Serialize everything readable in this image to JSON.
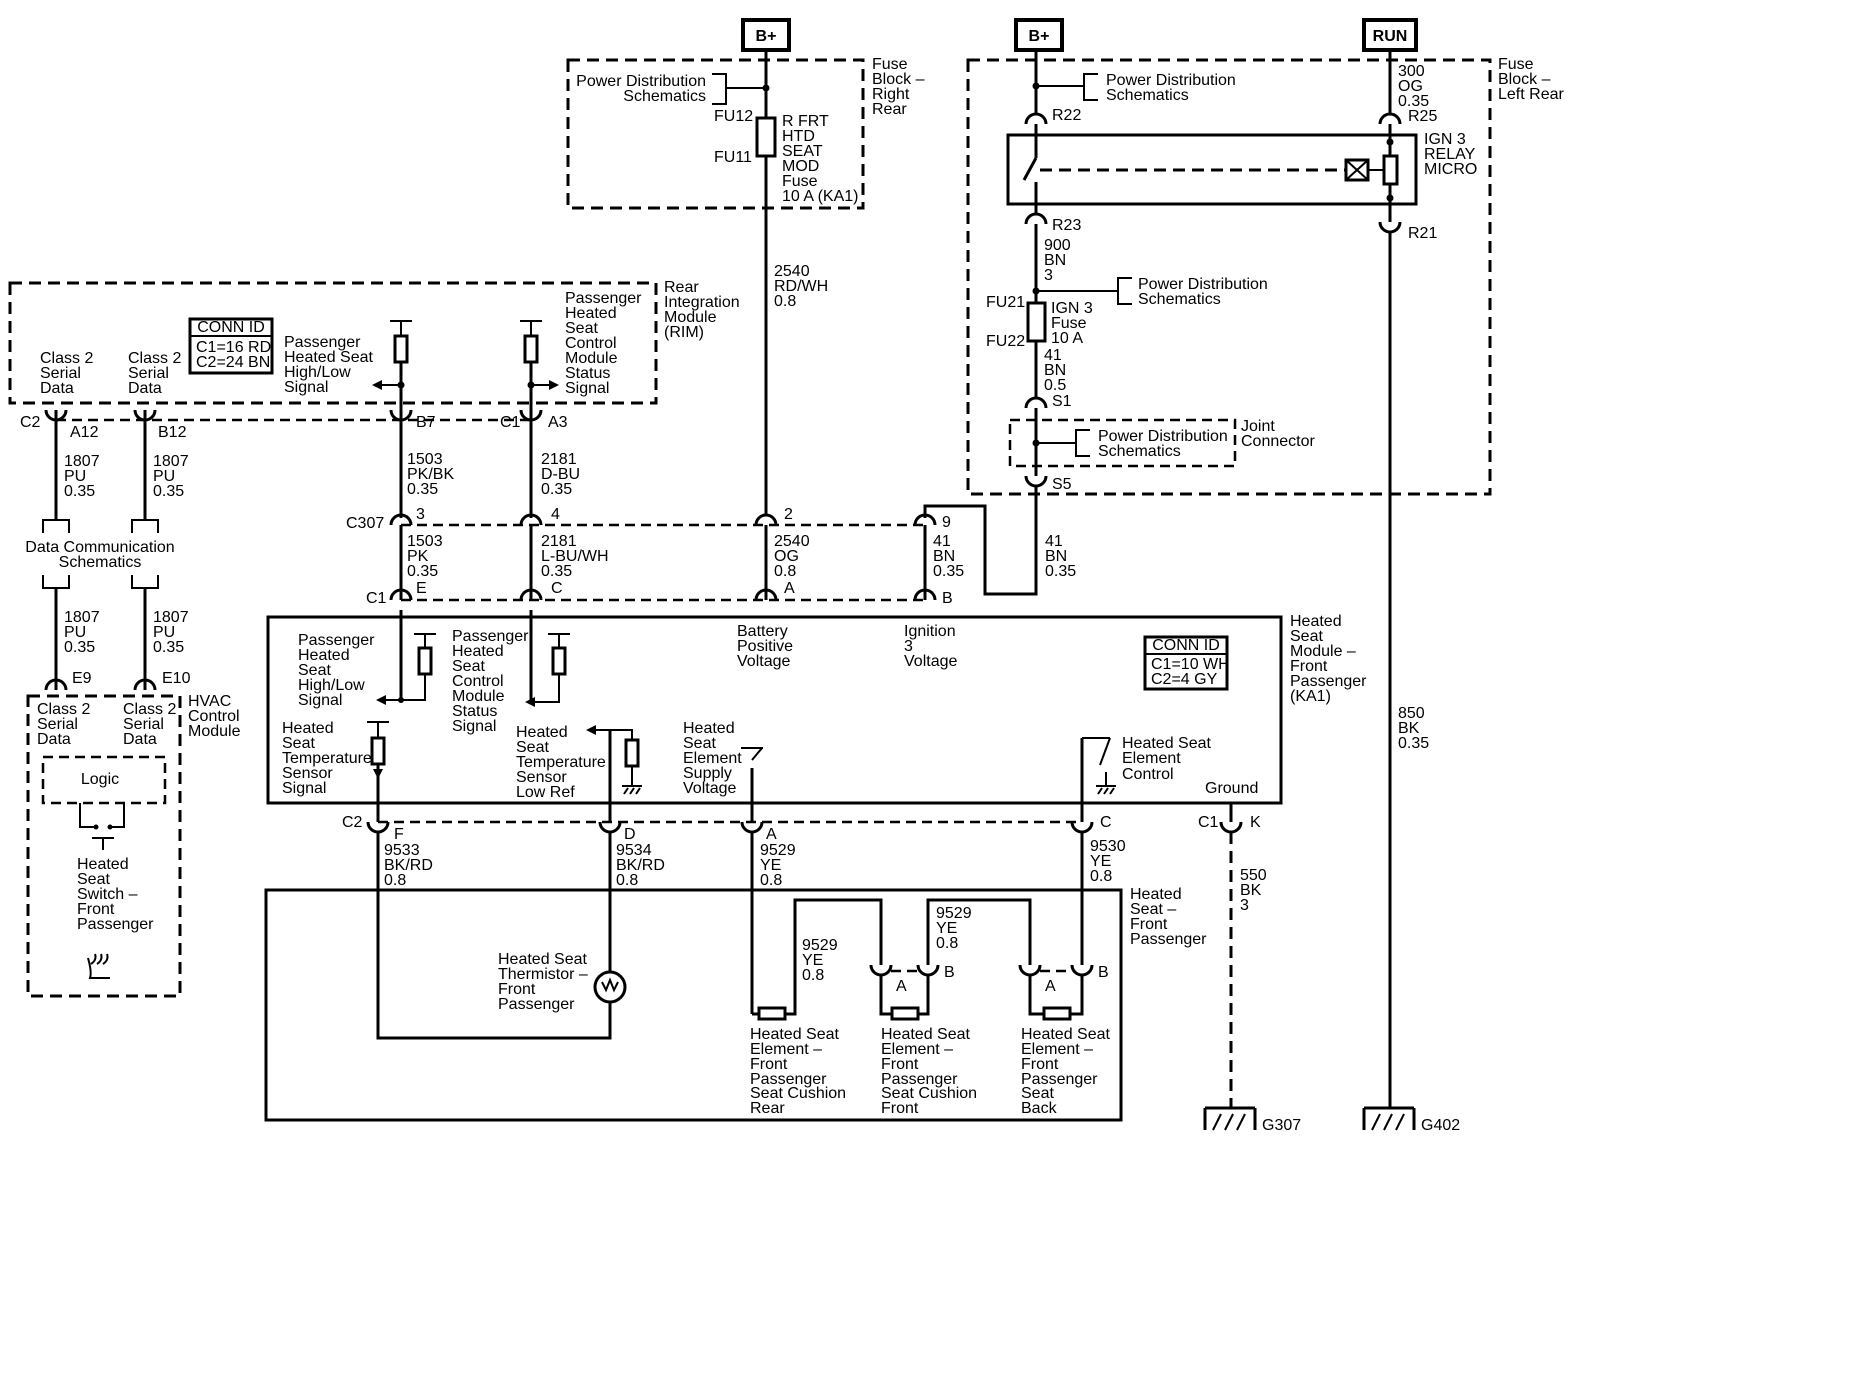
{
  "supplies": {
    "bplus1": "B+",
    "bplus2": "B+",
    "run": "RUN"
  },
  "fuse_rr": {
    "title": [
      "Fuse",
      "Block –",
      "Right",
      "Rear"
    ],
    "pds": [
      "Power Distribution",
      "Schematics"
    ],
    "fu12": "FU12",
    "fu11": "FU11",
    "fuse_label": [
      "R FRT",
      "HTD",
      "SEAT",
      "MOD",
      "Fuse",
      "10 A (KA1)"
    ]
  },
  "fuse_lr": {
    "title": [
      "Fuse",
      "Block –",
      "Left Rear"
    ],
    "pds1": [
      "Power Distribution",
      "Schematics"
    ],
    "pds2": [
      "Power Distribution",
      "Schematics"
    ],
    "pds3": [
      "Power Distribution",
      "Schematics"
    ],
    "r22": "R22",
    "r23": "R23",
    "r25": "R25",
    "r21": "R21",
    "relay": [
      "IGN 3",
      "RELAY",
      "MICRO"
    ],
    "wire300": [
      "300",
      "OG",
      "0.35"
    ],
    "wire900": [
      "900",
      "BN",
      "3"
    ],
    "fu21": "FU21",
    "fu22": "FU22",
    "fuse_ign3": [
      "IGN 3",
      "Fuse",
      "10 A"
    ],
    "wire41a": [
      "41",
      "BN",
      "0.5"
    ],
    "s1": "S1",
    "s5": "S5",
    "joint": [
      "Joint",
      "Connector"
    ]
  },
  "rim": {
    "title": [
      "Rear",
      "Integration",
      "Module",
      "(RIM)"
    ],
    "conn_id": "CONN ID",
    "c1": "C1=16 RD",
    "c2": "C2=24 BN",
    "class2a": [
      "Class 2",
      "Serial",
      "Data"
    ],
    "class2b": [
      "Class 2",
      "Serial",
      "Data"
    ],
    "hilo": [
      "Passenger",
      "Heated Seat",
      "High/Low",
      "Signal"
    ],
    "status": [
      "Passenger",
      "Heated",
      "Seat",
      "Control",
      "Module",
      "Status",
      "Signal"
    ],
    "pins": {
      "c2": "C2",
      "a12": "A12",
      "b12": "B12",
      "b7": "B7",
      "c1": "C1",
      "a3": "A3"
    }
  },
  "wires": {
    "w2540a": [
      "2540",
      "RD/WH",
      "0.8"
    ],
    "w1807a": [
      "1807",
      "PU",
      "0.35"
    ],
    "w1807b": [
      "1807",
      "PU",
      "0.35"
    ],
    "w1807c": [
      "1807",
      "PU",
      "0.35"
    ],
    "w1807d": [
      "1807",
      "PU",
      "0.35"
    ],
    "w1503a": [
      "1503",
      "PK/BK",
      "0.35"
    ],
    "w2181a": [
      "2181",
      "D-BU",
      "0.35"
    ],
    "w1503b": [
      "1503",
      "PK",
      "0.35"
    ],
    "w2181b": [
      "2181",
      "L-BU/WH",
      "0.35"
    ],
    "w2540b": [
      "2540",
      "OG",
      "0.8"
    ],
    "w41b": [
      "41",
      "BN",
      "0.35"
    ],
    "w41c": [
      "41",
      "BN",
      "0.35"
    ],
    "w850": [
      "850",
      "BK",
      "0.35"
    ],
    "w9533": [
      "9533",
      "BK/RD",
      "0.8"
    ],
    "w9534": [
      "9534",
      "BK/RD",
      "0.8"
    ],
    "w9529a": [
      "9529",
      "YE",
      "0.8"
    ],
    "w9530": [
      "9530",
      "YE",
      "0.8"
    ],
    "w550": [
      "550",
      "BK",
      "3"
    ],
    "w9529b": [
      "9529",
      "YE",
      "0.8"
    ],
    "w9529c": [
      "9529",
      "YE",
      "0.8"
    ]
  },
  "connectors": {
    "c307": "C307",
    "p3": "3",
    "p4": "4",
    "p2": "2",
    "p9": "9",
    "c1": "C1",
    "pe": "E",
    "pc": "C",
    "pa": "A",
    "pb": "B",
    "c2b": "C2",
    "pf": "F",
    "pd": "D",
    "pa2": "A",
    "pc2": "C",
    "c1b": "C1",
    "pk": "K",
    "e9": "E9",
    "e10": "E10"
  },
  "dcs": [
    "Data Communication",
    "Schematics"
  ],
  "hvac": {
    "title": [
      "HVAC",
      "Control",
      "Module"
    ],
    "class2a": [
      "Class 2",
      "Serial",
      "Data"
    ],
    "class2b": [
      "Class 2",
      "Serial",
      "Data"
    ],
    "logic": "Logic",
    "switch": [
      "Heated",
      "Seat",
      "Switch –",
      "Front",
      "Passenger"
    ]
  },
  "hsm": {
    "title": [
      "Heated",
      "Seat",
      "Module –",
      "Front",
      "Passenger",
      "(KA1)"
    ],
    "conn_id": "CONN ID",
    "c1": "C1=10 WH",
    "c2": "C2=4 GY",
    "hilo": [
      "Passenger",
      "Heated",
      "Seat",
      "High/Low",
      "Signal"
    ],
    "status": [
      "Passenger",
      "Heated",
      "Seat",
      "Control",
      "Module",
      "Status",
      "Signal"
    ],
    "batt": [
      "Battery",
      "Positive",
      "Voltage"
    ],
    "ign": [
      "Ignition",
      "3",
      "Voltage"
    ],
    "tsens": [
      "Heated",
      "Seat",
      "Temperature",
      "Sensor",
      "Signal"
    ],
    "tlow": [
      "Heated",
      "Seat",
      "Temperature",
      "Sensor",
      "Low Ref"
    ],
    "supply": [
      "Heated",
      "Seat",
      "Element",
      "Supply",
      "Voltage"
    ],
    "control": [
      "Heated Seat",
      "Element",
      "Control"
    ],
    "ground": "Ground"
  },
  "seat": {
    "title": [
      "Heated",
      "Seat –",
      "Front",
      "Passenger"
    ],
    "thermistor": [
      "Heated Seat",
      "Thermistor –",
      "Front",
      "Passenger"
    ],
    "elem_rear": [
      "Heated Seat",
      "Element –",
      "Front",
      "Passenger",
      "Seat Cushion",
      "Rear"
    ],
    "elem_front": [
      "Heated Seat",
      "Element –",
      "Front",
      "Passenger",
      "Seat Cushion",
      "Front"
    ],
    "elem_back": [
      "Heated Seat",
      "Element –",
      "Front",
      "Passenger",
      "Seat",
      "Back"
    ],
    "pa1": "A",
    "pb1": "B",
    "pa2": "A",
    "pb2": "B"
  },
  "grounds": {
    "g307": "G307",
    "g402": "G402"
  }
}
